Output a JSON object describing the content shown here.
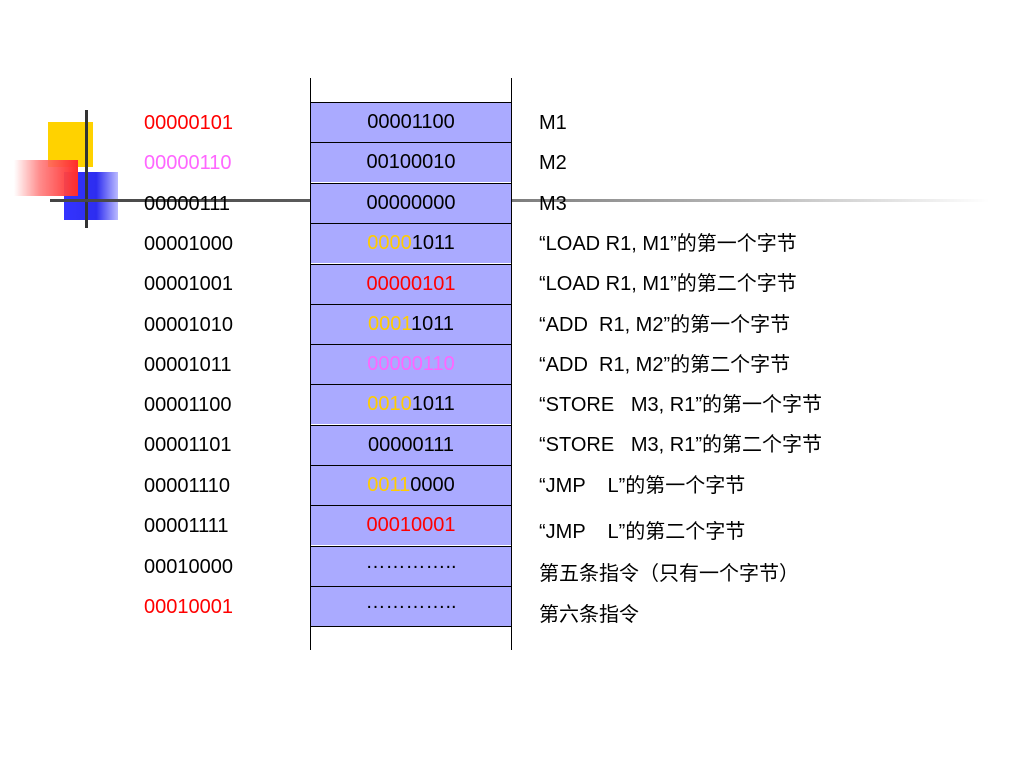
{
  "addresses": [
    {
      "text": "00000101",
      "color": "#ff0000"
    },
    {
      "text": "00000110",
      "color": "#ff66ff"
    },
    {
      "text": "00000111",
      "color": "#000000"
    },
    {
      "text": "00001000",
      "color": "#000000"
    },
    {
      "text": "00001001",
      "color": "#000000"
    },
    {
      "text": "00001010",
      "color": "#000000"
    },
    {
      "text": "00001011",
      "color": "#000000"
    },
    {
      "text": "00001100",
      "color": "#000000"
    },
    {
      "text": "00001101",
      "color": "#000000"
    },
    {
      "text": "00001110",
      "color": "#000000"
    },
    {
      "text": "00001111",
      "color": "#000000"
    },
    {
      "text": "00010000",
      "color": "#000000"
    },
    {
      "text": "00010001",
      "color": "#ff0000"
    }
  ],
  "memory": [
    {
      "prefix": "",
      "suffix": "00001100",
      "prefix_color": "#000000",
      "suffix_color": "#000000"
    },
    {
      "prefix": "",
      "suffix": "00100010",
      "prefix_color": "#000000",
      "suffix_color": "#000000"
    },
    {
      "prefix": "",
      "suffix": "00000000",
      "prefix_color": "#000000",
      "suffix_color": "#000000"
    },
    {
      "prefix": "0000",
      "suffix": "1011",
      "prefix_color": "#ffcc00",
      "suffix_color": "#000000"
    },
    {
      "prefix": "",
      "suffix": "00000101",
      "prefix_color": "#000000",
      "suffix_color": "#ff0000"
    },
    {
      "prefix": "0001",
      "suffix": "1011",
      "prefix_color": "#ffcc00",
      "suffix_color": "#000000"
    },
    {
      "prefix": "",
      "suffix": "00000110",
      "prefix_color": "#000000",
      "suffix_color": "#ff66ff"
    },
    {
      "prefix": "0010",
      "suffix": "1011",
      "prefix_color": "#ffcc00",
      "suffix_color": "#000000"
    },
    {
      "prefix": "",
      "suffix": "00000111",
      "prefix_color": "#000000",
      "suffix_color": "#000000"
    },
    {
      "prefix": "0011",
      "suffix": "0000",
      "prefix_color": "#ffcc00",
      "suffix_color": "#000000"
    },
    {
      "prefix": "",
      "suffix": "00010001",
      "prefix_color": "#000000",
      "suffix_color": "#ff0000"
    },
    {
      "prefix": "",
      "suffix": "…………..",
      "prefix_color": "#000000",
      "suffix_color": "#000000"
    },
    {
      "prefix": "",
      "suffix": "…………..",
      "prefix_color": "#000000",
      "suffix_color": "#000000"
    }
  ],
  "descriptions": [
    "M1",
    "M2",
    "M3",
    "“LOAD R1, M1”的第一个字节",
    "“LOAD R1, M1”的第二个字节",
    "“ADD  R1, M2”的第一个字节",
    "“ADD  R1, M2”的第二个字节",
    "“STORE   M3, R1”的第一个字节",
    "“STORE   M3, R1”的第二个字节",
    "“JMP    L”的第一个字节",
    "“JMP    L”的第二个字节",
    "第五条指令（只有一个字节）",
    "第六条指令"
  ],
  "colors": {
    "cell_fill": "#aaaaff",
    "logo_yellow": "#ffd200",
    "logo_blue": "#3434ff",
    "logo_red": "#ff2b2b"
  }
}
